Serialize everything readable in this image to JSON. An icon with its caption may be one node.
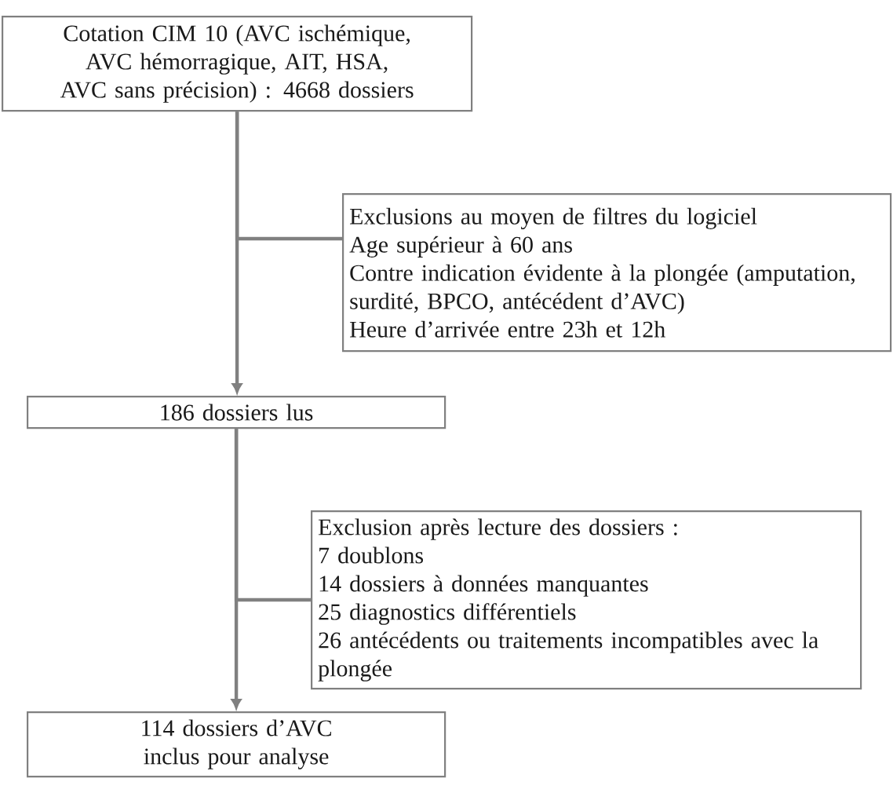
{
  "diagram": {
    "nodes": [
      {
        "text": [
          "Cotation CIM 10 (AVC ischémique, AVC hémorragique, AIT, HSA, AVC sans précision) : 4668 dossiers"
        ]
      },
      {
        "text": [
          "Exclusions au moyen de filtres du logiciel",
          "Age supérieur à 60 ans",
          "Contre indication évidente à la plongée (amputation, surdité, BPCO, antécédent d’AVC)",
          "Heure d’arrivée entre 23h et 12h"
        ]
      },
      {
        "text": [
          "186 dossiers lus"
        ]
      },
      {
        "text": [
          "Exclusion après lecture des dossiers :",
          "7 doublons",
          "14 dossiers à données manquantes",
          "25 diagnostics différentiels",
          "26 antécédents ou traitements incompatibles avec la plongée"
        ]
      },
      {
        "text": [
          "114 dossiers d’AVC inclus pour analyse"
        ]
      }
    ],
    "edges": [
      {
        "from": 0,
        "to": 1,
        "arrow": "none"
      },
      {
        "from": 0,
        "to": 2,
        "arrow": "to"
      },
      {
        "from": 2,
        "to": 3,
        "arrow": "none"
      },
      {
        "from": 2,
        "to": 4,
        "arrow": "to"
      }
    ]
  }
}
